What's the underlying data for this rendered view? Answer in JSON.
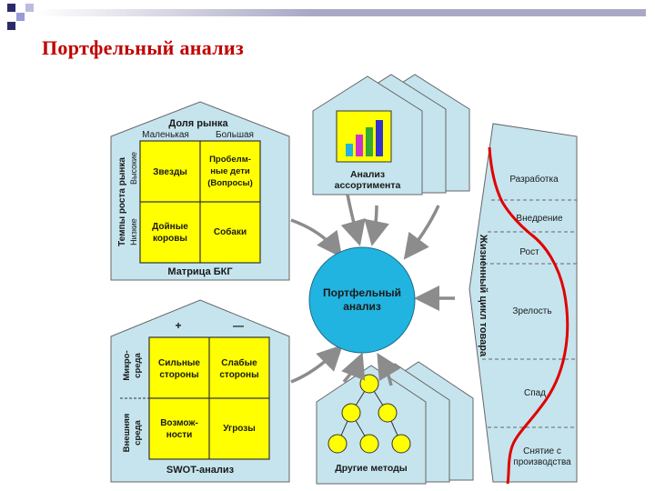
{
  "slide": {
    "title": "Портфельный анализ",
    "corner_colors": [
      "#2b2b6b",
      "#9a9ad6",
      "#2b2b6b",
      "#bcbce0"
    ]
  },
  "bkg": {
    "top_header": "Доля рынка",
    "col_low": "Маленькая",
    "col_high": "Большая",
    "side_header": "Темпы роста рынка",
    "row_high": "Высокие",
    "row_low": "Низкие",
    "cell_tl": "Звезды",
    "cell_tr_1": "Пробелм-",
    "cell_tr_2": "ные дети",
    "cell_tr_3": "(Вопросы)",
    "cell_bl_1": "Дойные",
    "cell_bl_2": "коровы",
    "cell_br": "Собаки",
    "caption": "Матрица БКГ"
  },
  "assort": {
    "caption_1": "Анализ",
    "caption_2": "ассортимента"
  },
  "center": {
    "line_1": "Портфельный",
    "line_2": "анализ"
  },
  "swot": {
    "plus": "+",
    "minus": "—",
    "micro_1": "Микро-",
    "micro_2": "среда",
    "external_1": "Внешняя",
    "external_2": "среда",
    "s_1": "Сильные",
    "s_2": "стороны",
    "w_1": "Слабые",
    "w_2": "стороны",
    "o_1": "Возмож-",
    "o_2": "ности",
    "t": "Угрозы",
    "caption": "SWOT-анализ"
  },
  "other": {
    "caption": "Другие методы"
  },
  "lifecycle": {
    "side_title": "Жизненный цикл товара",
    "stages": [
      "Разработка",
      "Внедрение",
      "Рост",
      "Зрелость",
      "Спад"
    ],
    "last_stage_1": "Снятие с",
    "last_stage_2": "производства"
  },
  "colors": {
    "panel": "#c5e4ee",
    "yellow": "#ffff00",
    "circle": "#22b4e0",
    "curve": "#e00000",
    "arrow": "#8c8c8c"
  }
}
